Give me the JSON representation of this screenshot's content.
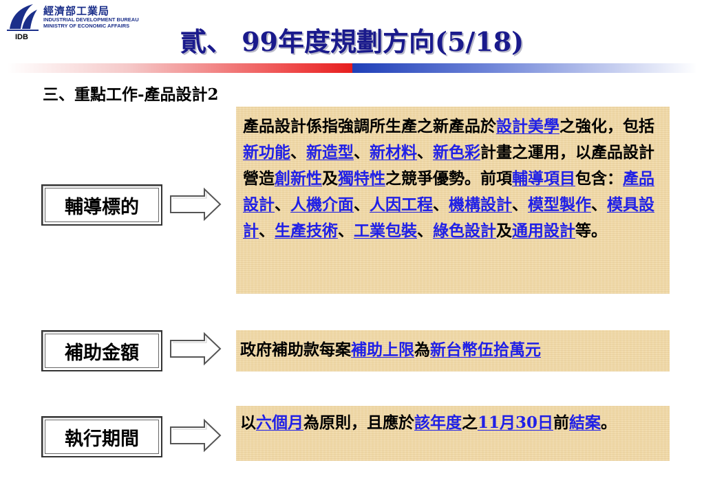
{
  "logo": {
    "cn": "經濟部工業局",
    "en_line1": "INDUSTRIAL DEVELOPMENT BUREAU",
    "en_line2": "MINISTRY OF ECONOMIC AFFAIRS",
    "abbr": "IDB",
    "colors": {
      "primary": "#1b2f8a"
    }
  },
  "title": "貳、 99年度規劃方向(5/18)",
  "subtitle": "三、重點工作-產品設計2",
  "colors": {
    "title": "#1a1a8c",
    "highlight": "#2020e6",
    "panel": "#f0d9a8"
  },
  "sections": [
    {
      "label": "輔導標的",
      "segments": [
        {
          "text": "產品設計係指強調所生產之新產品於",
          "hl": false
        },
        {
          "text": "設計美學",
          "hl": true
        },
        {
          "text": "之強化，包括",
          "hl": false
        },
        {
          "text": "新功能",
          "hl": true
        },
        {
          "text": "、",
          "hl": false
        },
        {
          "text": "新造型",
          "hl": true
        },
        {
          "text": "、",
          "hl": false
        },
        {
          "text": "新材料",
          "hl": true
        },
        {
          "text": "、",
          "hl": false
        },
        {
          "text": "新色彩",
          "hl": true
        },
        {
          "text": "計畫之運用，以產品設計營造",
          "hl": false
        },
        {
          "text": "創新性",
          "hl": true
        },
        {
          "text": "及",
          "hl": false
        },
        {
          "text": "獨特性",
          "hl": true
        },
        {
          "text": "之競爭優勢。前項",
          "hl": false
        },
        {
          "text": "輔導項目",
          "hl": true
        },
        {
          "text": "包含：",
          "hl": false
        },
        {
          "text": "產品設計",
          "hl": true
        },
        {
          "text": "、",
          "hl": false
        },
        {
          "text": "人機介面",
          "hl": true
        },
        {
          "text": "、",
          "hl": false
        },
        {
          "text": "人因工程",
          "hl": true
        },
        {
          "text": "、",
          "hl": false
        },
        {
          "text": "機構設計",
          "hl": true
        },
        {
          "text": "、",
          "hl": false
        },
        {
          "text": "模型製作",
          "hl": true
        },
        {
          "text": "、",
          "hl": false
        },
        {
          "text": "模具設計",
          "hl": true
        },
        {
          "text": "、",
          "hl": false
        },
        {
          "text": "生產技術",
          "hl": true
        },
        {
          "text": "、",
          "hl": false
        },
        {
          "text": "工業包裝",
          "hl": true
        },
        {
          "text": "、",
          "hl": false
        },
        {
          "text": "綠色設計",
          "hl": true
        },
        {
          "text": "及",
          "hl": false
        },
        {
          "text": "通用設計",
          "hl": true
        },
        {
          "text": "等。",
          "hl": false
        }
      ]
    },
    {
      "label": "補助金額",
      "segments": [
        {
          "text": "政府補助款每案",
          "hl": false
        },
        {
          "text": "補助上限",
          "hl": true
        },
        {
          "text": "為",
          "hl": false
        },
        {
          "text": "新台幣伍拾萬元",
          "hl": true
        }
      ]
    },
    {
      "label": "執行期間",
      "segments": [
        {
          "text": "以",
          "hl": false
        },
        {
          "text": "六個月",
          "hl": true
        },
        {
          "text": "為原則，且應於",
          "hl": false
        },
        {
          "text": "該年度",
          "hl": true
        },
        {
          "text": "之",
          "hl": false
        },
        {
          "text": "11月30日",
          "hl": true
        },
        {
          "text": "前",
          "hl": false
        },
        {
          "text": "結案",
          "hl": true
        },
        {
          "text": "。",
          "hl": false
        }
      ]
    }
  ]
}
